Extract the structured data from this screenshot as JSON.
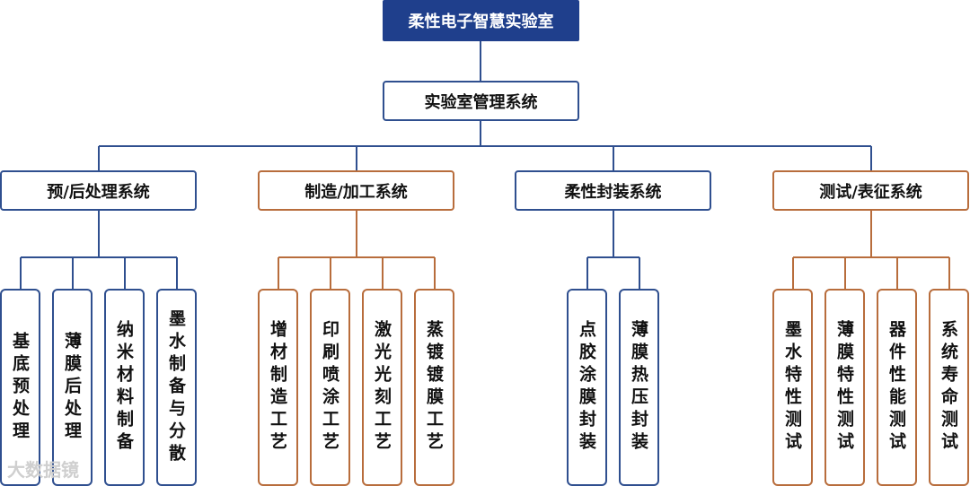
{
  "root": {
    "label": "柔性电子智慧实验室"
  },
  "management": {
    "label": "实验室管理系统"
  },
  "categories": [
    {
      "label": "预/后处理系统",
      "leaves": [
        "基底预处理",
        "薄膜后处理",
        "纳米材料制备",
        "墨水制备与分散"
      ]
    },
    {
      "label": "制造/加工系统",
      "leaves": [
        "增材制造工艺",
        "印刷喷涂工艺",
        "激光光刻工艺",
        "蒸镀镀膜工艺"
      ]
    },
    {
      "label": "柔性封装系统",
      "leaves": [
        "点胶涂膜封装",
        "薄膜热压封装"
      ]
    },
    {
      "label": "测试/表征系统",
      "leaves": [
        "墨水特性测试",
        "薄膜特性测试",
        "器件性能测试",
        "系统寿命测试"
      ]
    }
  ],
  "colors": {
    "blue": "#2f4f8f",
    "orange": "#b86d3c",
    "navy": "#1f3f8c"
  },
  "watermark": "大数据镜"
}
